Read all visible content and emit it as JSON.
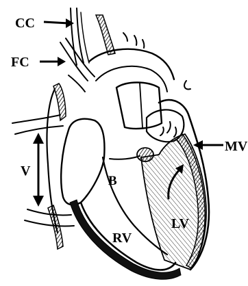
{
  "labels": {
    "cc": "CC",
    "fc": "FC",
    "v": "V",
    "b": "B",
    "mv": "MV",
    "rv": "RV",
    "lv": "LV"
  },
  "colors": {
    "ink": "#000000",
    "paper": "#ffffff",
    "shade": "#1a1a1a"
  }
}
